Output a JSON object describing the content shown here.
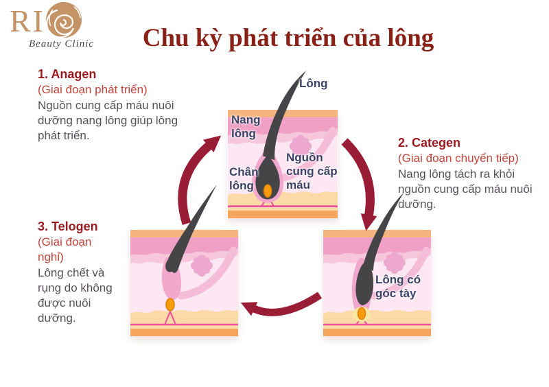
{
  "logo": {
    "brand": "RI",
    "subtitle": "Beauty Clinic"
  },
  "title": "Chu kỳ phát triển của lông",
  "stages": [
    {
      "heading": "1. Anagen",
      "subheading": "(Giai đoạn phát triển)",
      "description": "Nguồn cung cấp máu nuôi dưỡng nang lông giúp lông phát triển."
    },
    {
      "heading": "2. Categen",
      "subheading": "(Giai đoạn chuyển tiếp)",
      "description": "Nang lông tách ra khỏi nguồn cung cấp máu nuôi dưỡng."
    },
    {
      "heading": "3. Telogen",
      "subheading": "(Giai đoạn nghỉ)",
      "description": "Lông chết và rụng do không được nuôi dưỡng."
    }
  ],
  "diagram_labels": {
    "hair": "Lông",
    "follicle": "Nang lông",
    "hair_root": "Chân lông",
    "blood_supply": "Nguồn cung cấp máu",
    "club_hair": "Lông có góc tày"
  },
  "colors": {
    "title": "#8a2116",
    "stage_heading": "#9c1b20",
    "stage_subheading": "#c2453b",
    "body_text": "#585257",
    "diagram_label": "#3c4467",
    "arrow": "#991d35",
    "logo_gold": "#c49366",
    "skin_top_band": "#f3b480",
    "skin_pink_band": "#f0a0c5",
    "skin_base": "#fce7f2",
    "skin_bottom_band": "#f5a65c",
    "dermis_line": "#ed4f9a",
    "papilla": "#f89c0e",
    "hair_shaft": "#454547",
    "follicle_sheath": "#f2a7cd"
  }
}
